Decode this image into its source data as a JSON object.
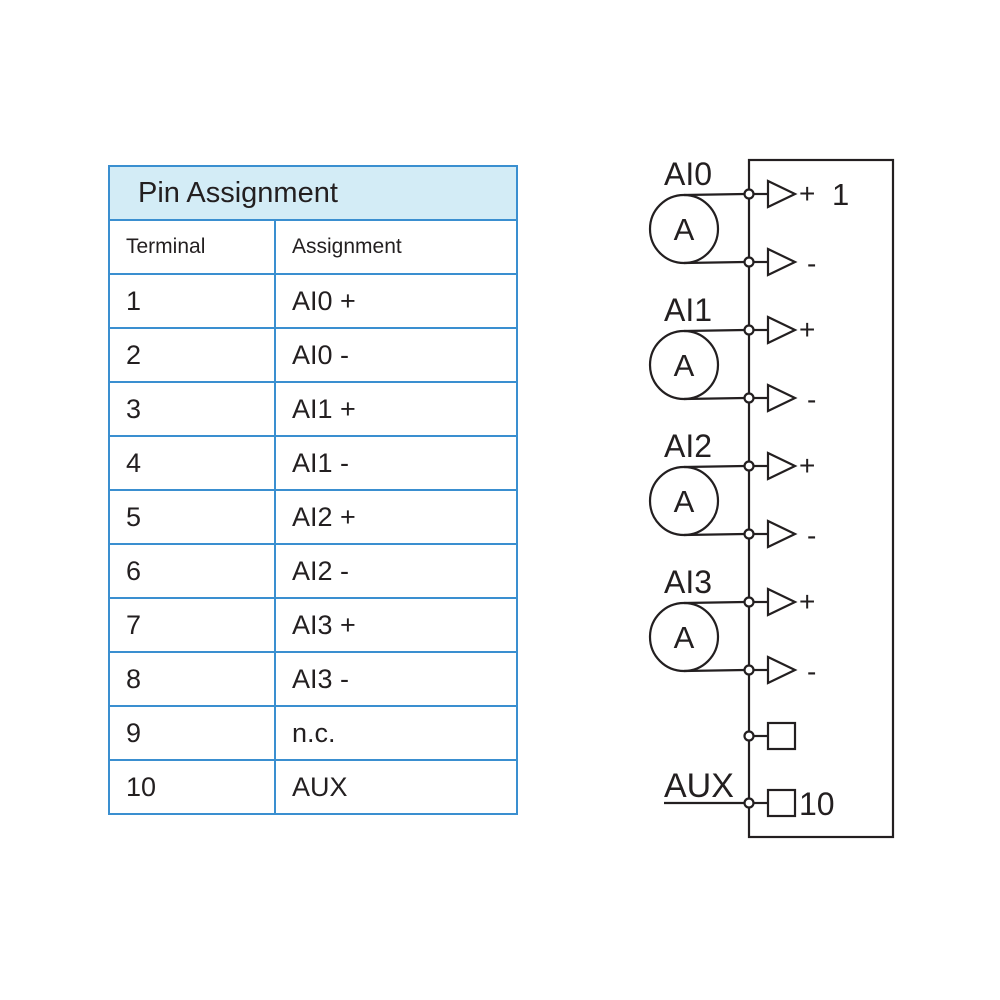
{
  "table": {
    "title": "Pin Assignment",
    "headers": [
      "Terminal",
      "Assignment"
    ],
    "rows": [
      [
        "1",
        "AI0 +"
      ],
      [
        "2",
        "AI0 -"
      ],
      [
        "3",
        "AI1 +"
      ],
      [
        "4",
        "AI1 -"
      ],
      [
        "5",
        "AI2 +"
      ],
      [
        "6",
        "AI2 -"
      ],
      [
        "7",
        "AI3 +"
      ],
      [
        "8",
        "AI3 -"
      ],
      [
        "9",
        "n.c."
      ],
      [
        "10",
        "AUX"
      ]
    ]
  },
  "diagram": {
    "channels": [
      {
        "label": "AI0",
        "meter": "A",
        "plus": "+",
        "minus": "-"
      },
      {
        "label": "AI1",
        "meter": "A",
        "plus": "+",
        "minus": "-"
      },
      {
        "label": "AI2",
        "meter": "A",
        "plus": "+",
        "minus": "-"
      },
      {
        "label": "AI3",
        "meter": "A",
        "plus": "+",
        "minus": "-"
      }
    ],
    "first_terminal": "1",
    "last_terminal": "10",
    "aux_label": "AUX"
  },
  "colors": {
    "table_border": "#3a8fd0",
    "title_background": "#d3ecf6",
    "line": "#231f20"
  }
}
